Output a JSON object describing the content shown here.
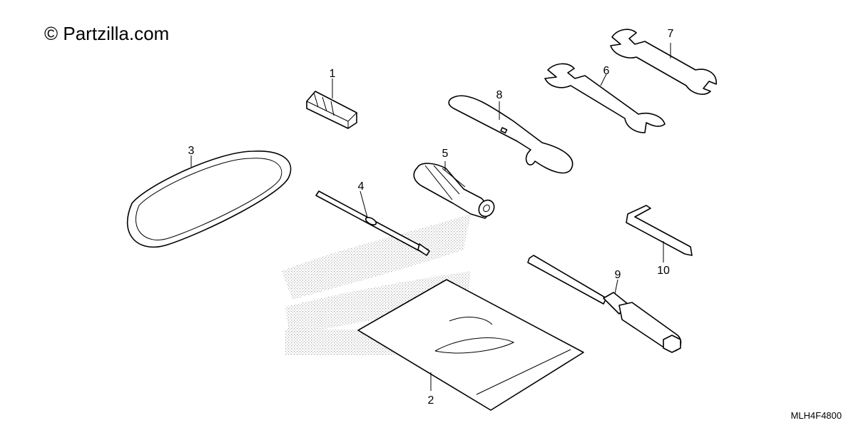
{
  "watermark": "© Partzilla.com",
  "diagram_code": "MLH4F4800",
  "callouts": {
    "c1": "1",
    "c2": "2",
    "c3": "3",
    "c4": "4",
    "c5": "5",
    "c6": "6",
    "c7": "7",
    "c8": "8",
    "c9": "9",
    "c10": "10"
  },
  "colors": {
    "line": "#000000",
    "background": "#ffffff",
    "dither": "#9a9a9a"
  }
}
